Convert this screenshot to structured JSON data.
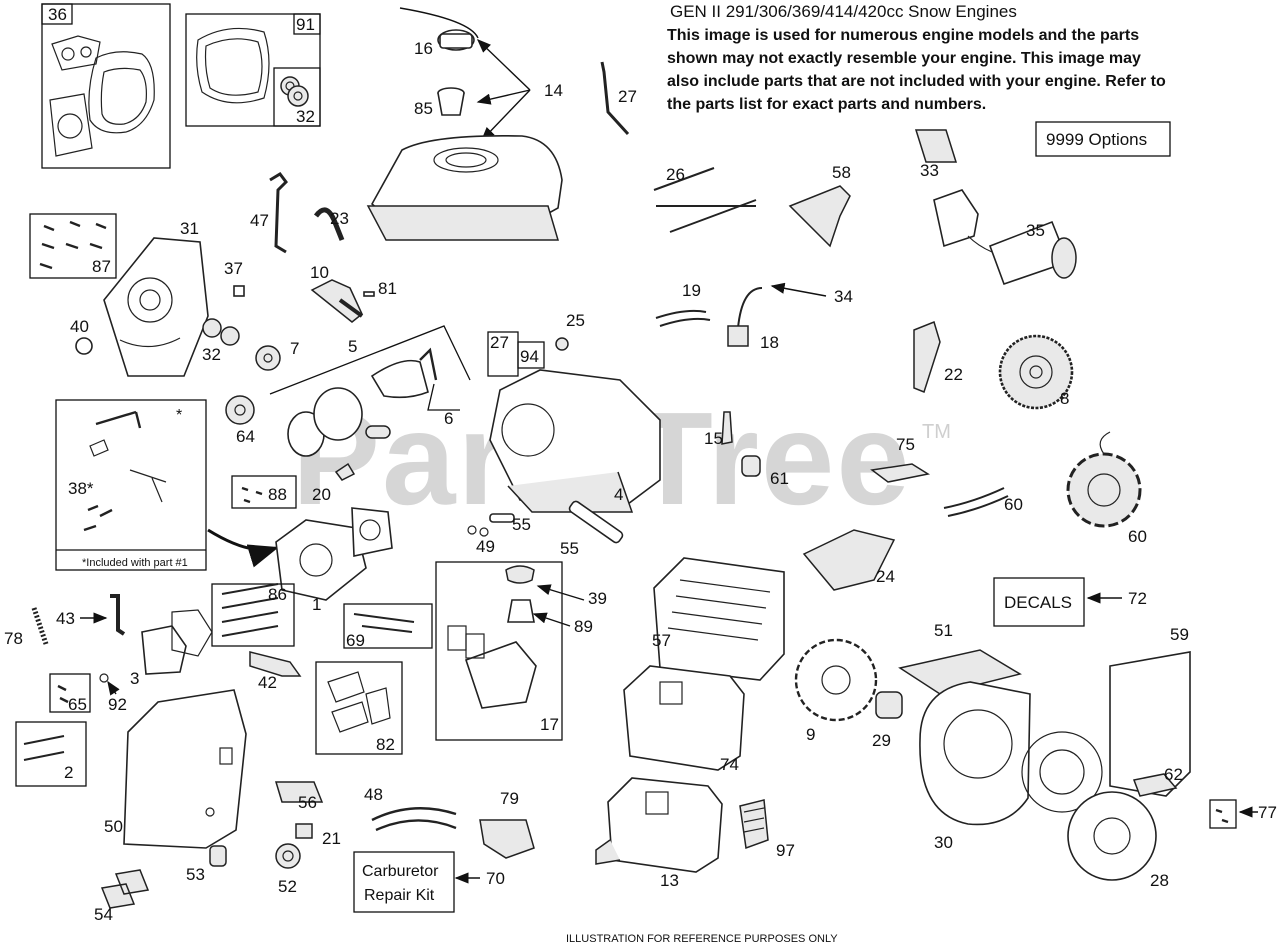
{
  "header": {
    "title": "GEN II 291/306/369/414/420cc Snow Engines",
    "notice_lines": [
      "This image is used for numerous engine models and the parts",
      "shown may not exactly resemble your engine. This image may",
      "also include parts that are not included with your engine. Refer to",
      "the parts list for exact parts and numbers."
    ],
    "options_label": "9999  Options"
  },
  "watermark": {
    "text": "PartsTree",
    "mark": "TM"
  },
  "boxes": {
    "decals": "DECALS",
    "carb_kit_line1": "Carburetor",
    "carb_kit_line2": "Repair Kit",
    "included_note": "*Included with part #1"
  },
  "footer": {
    "note": "ILLUSTRATION FOR REFERENCE PURPOSES ONLY"
  },
  "callouts": {
    "c36": "36",
    "c91": "91",
    "c32a": "32",
    "c16": "16",
    "c85": "85",
    "c14": "14",
    "c27a": "27",
    "c31": "31",
    "c87": "87",
    "c47": "47",
    "c23": "23",
    "c37": "37",
    "c10": "10",
    "c81": "81",
    "c40": "40",
    "c32b": "32",
    "c7": "7",
    "c5": "5",
    "c6": "6",
    "c27b": "27",
    "c94": "94",
    "c25": "25",
    "c64": "64",
    "c38": "38*",
    "c88": "88",
    "c20": "20",
    "c4": "4",
    "c55a": "55",
    "c49": "49",
    "c55b": "55",
    "c86": "86",
    "c1": "1",
    "c69": "69",
    "c39": "39",
    "c89": "89",
    "c17": "17",
    "c43": "43",
    "c78": "78",
    "c3": "3",
    "c42": "42",
    "c65": "65",
    "c92": "92",
    "c82": "82",
    "c2": "2",
    "c50": "50",
    "c56": "56",
    "c21": "21",
    "c52": "52",
    "c53": "53",
    "c54": "54",
    "c48": "48",
    "c79": "79",
    "c70": "70",
    "c13": "13",
    "c97": "97",
    "c74": "74",
    "c57": "57",
    "c26": "26",
    "c58": "58",
    "c19": "19",
    "c34": "34",
    "c18": "18",
    "c15": "15",
    "c61": "61",
    "c75": "75",
    "c24": "24",
    "c72": "72",
    "c33": "33",
    "c35": "35",
    "c22": "22",
    "c8": "8",
    "c60a": "60",
    "c60b": "60",
    "c51": "51",
    "c9": "9",
    "c29": "29",
    "c30": "30",
    "c59": "59",
    "c62": "62",
    "c28": "28",
    "c77": "77"
  }
}
